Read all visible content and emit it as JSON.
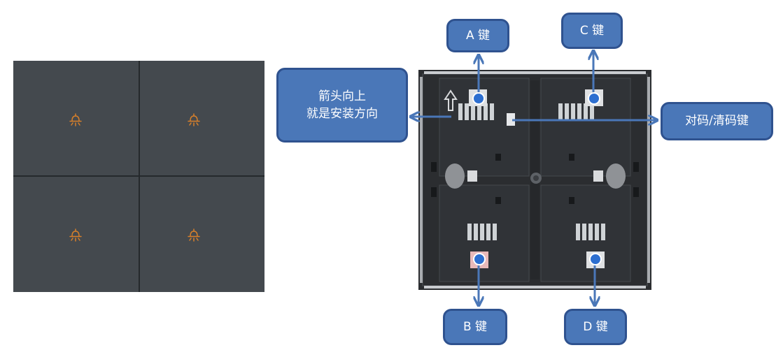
{
  "callouts": {
    "key_a": "A 键",
    "key_b": "B 键",
    "key_c": "C 键",
    "key_d": "D 键",
    "arrow_line1": "箭头向上",
    "arrow_line2": "就是安装方向",
    "pair_clear": "对码/清码键"
  },
  "icons": {
    "front_keys": "bell-light-icon",
    "markers": "blue-dot-marker"
  },
  "colors": {
    "callout_fill": "#4a77b8",
    "callout_border": "#2f528f",
    "arrow": "#4a77b8",
    "marker": "#2d6fd0",
    "icon": "#d8802a",
    "panel": "#44494e"
  }
}
